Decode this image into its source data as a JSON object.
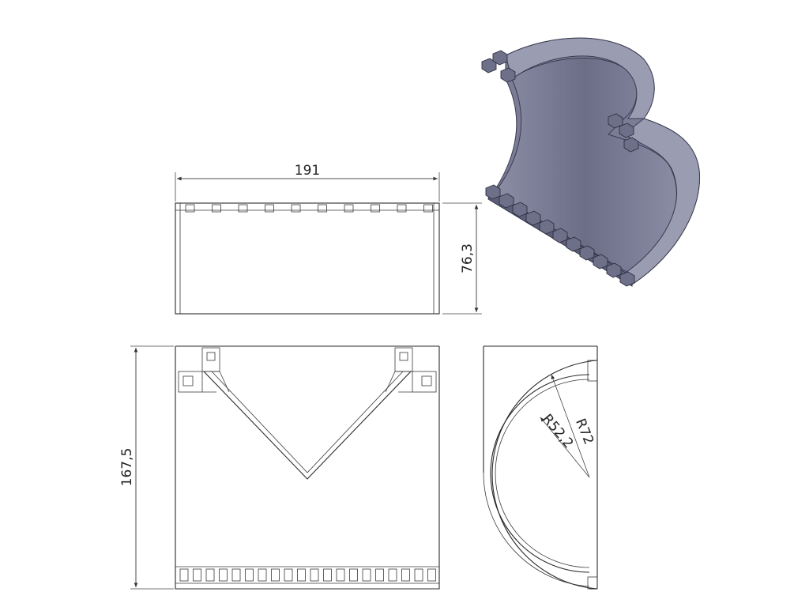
{
  "dimensions": {
    "width_label": "191",
    "height_top_label": "76,3",
    "height_front_label": "167,5",
    "outer_radius_label": "R72",
    "inner_radius_label": "R52,2"
  },
  "colors": {
    "line": "#2a2a2a",
    "solid_face": "#7b7d96",
    "solid_dark": "#5c5e78",
    "solid_light": "#9a9cb2"
  }
}
